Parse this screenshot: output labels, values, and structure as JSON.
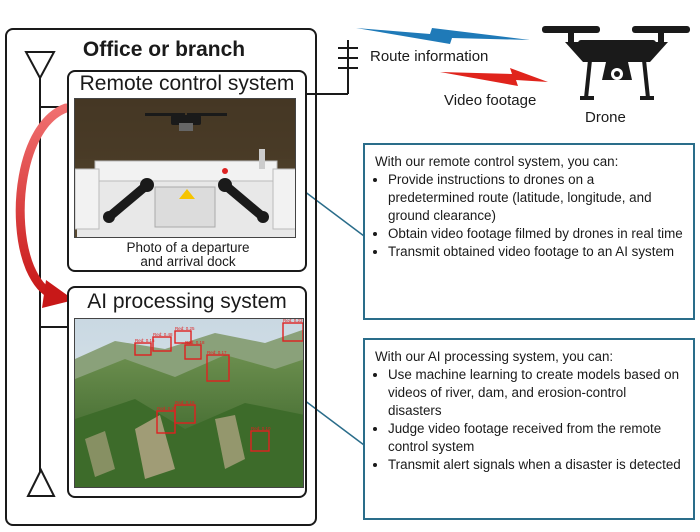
{
  "office": {
    "title": "Office or branch"
  },
  "remote_system": {
    "title": "Remote control system",
    "photo_caption_line1": "Photo of a departure",
    "photo_caption_line2": "and arrival dock"
  },
  "ai_system": {
    "title": "AI processing system",
    "detection_labels": [
      "Red: 0.48",
      "Red: 0.25",
      "Red: 0.18",
      "Red: 0.17",
      "Red: 0.23",
      "Red: 0.27",
      "Red: 0.18",
      "Red: 0.10",
      "Red: 0.15"
    ]
  },
  "links": {
    "route_label": "Route information",
    "video_label": "Video footage",
    "drone_label": "Drone"
  },
  "remote_info": {
    "heading": "With our remote control system, you can:",
    "items": [
      "Provide instructions to drones on a predetermined route (latitude, longitude, and ground clearance)",
      "Obtain video footage filmed by drones in real time",
      "Transmit obtained video footage to an AI system"
    ]
  },
  "ai_info": {
    "heading": "With our AI processing system, you can:",
    "items": [
      "Use machine learning to create models based on videos of river, dam, and erosion-control disasters",
      "Judge video footage received from the remote control system",
      "Transmit alert signals when a disaster is detected"
    ]
  },
  "colors": {
    "outline": "#1a1a1a",
    "info_border": "#2a6d8a",
    "curved_arrow": "#d42a2a",
    "route_bolt": "#1f7ab8",
    "video_bolt": "#e0241c",
    "detection_box": "#e02020"
  }
}
